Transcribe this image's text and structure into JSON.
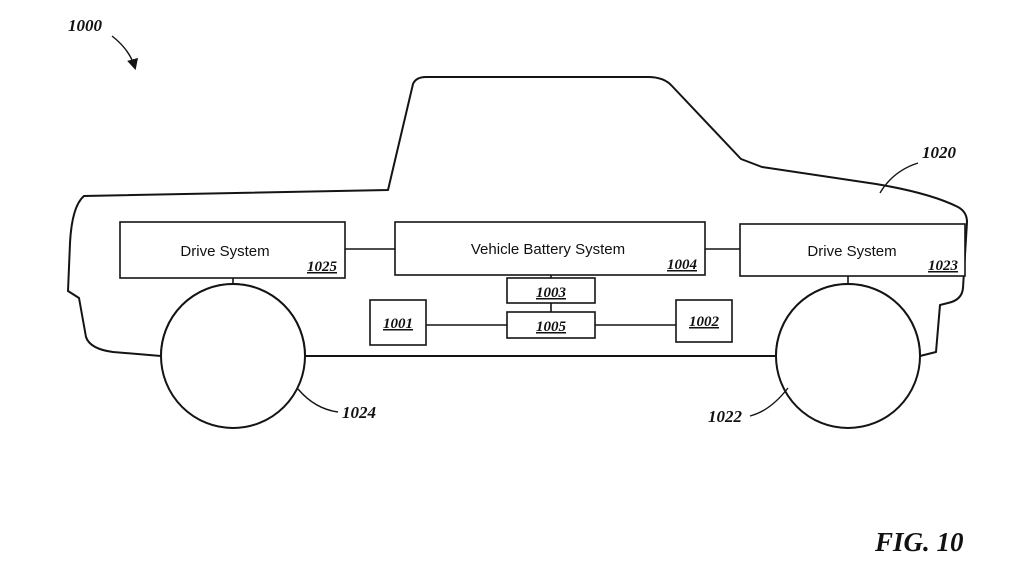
{
  "diagram": {
    "fig_label": "FIG. 10",
    "vehicle_ref": "1000",
    "body_ref": "1020",
    "front_wheel_ref": "1024",
    "rear_wheel_ref": "1022",
    "components": {
      "front_drive": {
        "label": "Drive System",
        "ref": "1025"
      },
      "battery": {
        "label": "Vehicle Battery System",
        "ref": "1004"
      },
      "rear_drive": {
        "label": "Drive System",
        "ref": "1023"
      },
      "module_1003": {
        "ref": "1003"
      },
      "module_1005": {
        "ref": "1005"
      },
      "module_1001": {
        "ref": "1001"
      },
      "module_1002": {
        "ref": "1002"
      }
    }
  }
}
